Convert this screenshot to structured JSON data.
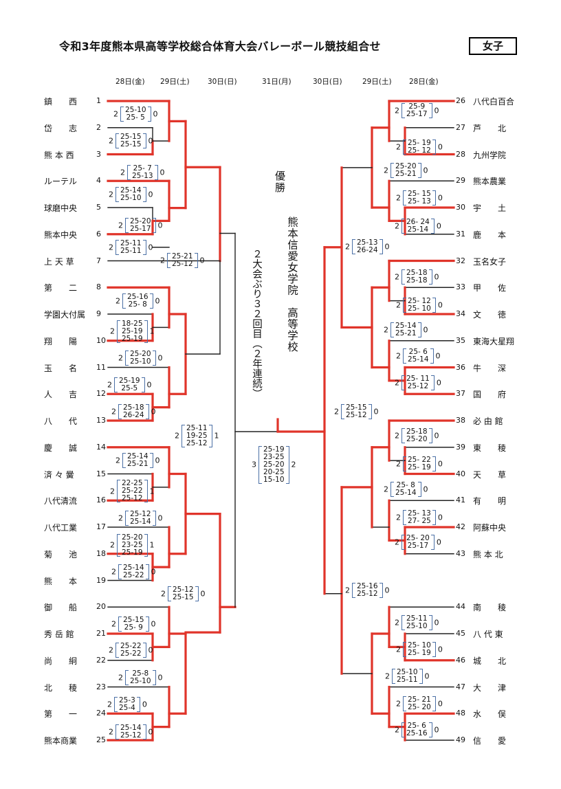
{
  "title": "令和3年度熊本県高等学校総合体育大会バレーボール競技組合せ",
  "gender": "女子",
  "round_headers": {
    "left": [
      "28日(金)",
      "29日(土)",
      "30日(日)"
    ],
    "center": "31日(月)",
    "right": [
      "30日(日)",
      "29日(土)",
      "28日(金)"
    ]
  },
  "champion": {
    "label": "優勝",
    "team": "熊本信愛女学院　高等学校",
    "note": "２大会ぶり３２回目（２年連続）"
  },
  "teams": [
    {
      "num": "1",
      "name": "鎮　　西"
    },
    {
      "num": "2",
      "name": "岱　　志"
    },
    {
      "num": "3",
      "name": "熊 本 西"
    },
    {
      "num": "4",
      "name": "ルーテル"
    },
    {
      "num": "5",
      "name": "球磨中央"
    },
    {
      "num": "6",
      "name": "熊本中央"
    },
    {
      "num": "7",
      "name": "上 天 草"
    },
    {
      "num": "8",
      "name": "第　　二"
    },
    {
      "num": "9",
      "name": "学園大付属"
    },
    {
      "num": "10",
      "name": "翔　　陽"
    },
    {
      "num": "11",
      "name": "玉　　名"
    },
    {
      "num": "12",
      "name": "人　　吉"
    },
    {
      "num": "13",
      "name": "八　　代"
    },
    {
      "num": "14",
      "name": "慶　　誠"
    },
    {
      "num": "15",
      "name": "済 々 黌"
    },
    {
      "num": "16",
      "name": "八代清流"
    },
    {
      "num": "17",
      "name": "八代工業"
    },
    {
      "num": "18",
      "name": "菊　　池"
    },
    {
      "num": "19",
      "name": "熊　　本"
    },
    {
      "num": "20",
      "name": "御　　船"
    },
    {
      "num": "21",
      "name": "秀 岳 館"
    },
    {
      "num": "22",
      "name": "尚　　絅"
    },
    {
      "num": "23",
      "name": "北　　稜"
    },
    {
      "num": "24",
      "name": "第　　一"
    },
    {
      "num": "25",
      "name": "熊本商業"
    },
    {
      "num": "26",
      "name": "八代白百合"
    },
    {
      "num": "27",
      "name": "芦　　北"
    },
    {
      "num": "28",
      "name": "九州学院"
    },
    {
      "num": "29",
      "name": "熊本農業"
    },
    {
      "num": "30",
      "name": "宇　　土"
    },
    {
      "num": "31",
      "name": "鹿　　本"
    },
    {
      "num": "32",
      "name": "玉名女子"
    },
    {
      "num": "33",
      "name": "甲　　佐"
    },
    {
      "num": "34",
      "name": "文　　徳"
    },
    {
      "num": "35",
      "name": "東海大星翔"
    },
    {
      "num": "36",
      "name": "牛　　深"
    },
    {
      "num": "37",
      "name": "国　　府"
    },
    {
      "num": "38",
      "name": "必 由 館"
    },
    {
      "num": "39",
      "name": "東　　稜"
    },
    {
      "num": "40",
      "name": "天　　草"
    },
    {
      "num": "41",
      "name": "有　　明"
    },
    {
      "num": "42",
      "name": "阿蘇中央"
    },
    {
      "num": "43",
      "name": "熊 本 北"
    },
    {
      "num": "44",
      "name": "南　　稜"
    },
    {
      "num": "45",
      "name": "八 代 東"
    },
    {
      "num": "46",
      "name": "城　　北"
    },
    {
      "num": "47",
      "name": "大　　津"
    },
    {
      "num": "48",
      "name": "水　　俣"
    },
    {
      "num": "49",
      "name": "信　　愛"
    }
  ],
  "matches": [
    {
      "a": "2",
      "sets": [
        "25-10",
        "25- 5"
      ],
      "b": "0"
    },
    {
      "a": "2",
      "sets": [
        "25-15",
        "25-15"
      ],
      "b": "0"
    },
    {
      "a": "2",
      "sets": [
        "25- 7",
        "25-13"
      ],
      "b": "0"
    },
    {
      "a": "2",
      "sets": [
        "25-14",
        "25-10"
      ],
      "b": "0"
    },
    {
      "a": "2",
      "sets": [
        "25-20",
        "25-17"
      ],
      "b": "0"
    },
    {
      "a": "2",
      "sets": [
        "25-11",
        "25-11"
      ],
      "b": "0"
    },
    {
      "a": "2",
      "sets": [
        "25-21",
        "25-12"
      ],
      "b": "0"
    },
    {
      "a": "2",
      "sets": [
        "25-16",
        "25- 8"
      ],
      "b": "0"
    },
    {
      "a": "2",
      "sets": [
        "18-25",
        "25-19",
        "25-19"
      ],
      "b": "1"
    },
    {
      "a": "2",
      "sets": [
        "25-20",
        "25-10"
      ],
      "b": "0"
    },
    {
      "a": "2",
      "sets": [
        "25-19",
        "25-5"
      ],
      "b": "0"
    },
    {
      "a": "2",
      "sets": [
        "25-18",
        "26-24"
      ],
      "b": "0"
    },
    {
      "a": "2",
      "sets": [
        "25-11",
        "19-25",
        "25-12"
      ],
      "b": "1"
    },
    {
      "a": "2",
      "sets": [
        "25-14",
        "25-21"
      ],
      "b": "0"
    },
    {
      "a": "2",
      "sets": [
        "22-25",
        "25-22",
        "25-12"
      ],
      "b": "1"
    },
    {
      "a": "2",
      "sets": [
        "25-12",
        "25-14"
      ],
      "b": "0"
    },
    {
      "a": "2",
      "sets": [
        "25-20",
        "23-25",
        "25-19"
      ],
      "b": "1"
    },
    {
      "a": "2",
      "sets": [
        "25-14",
        "25-22"
      ],
      "b": "0"
    },
    {
      "a": "2",
      "sets": [
        "25-12",
        "25-15"
      ],
      "b": "0"
    },
    {
      "a": "2",
      "sets": [
        "25-15",
        "25- 9"
      ],
      "b": "0"
    },
    {
      "a": "2",
      "sets": [
        "25-22",
        "25-22"
      ],
      "b": "0"
    },
    {
      "a": "2",
      "sets": [
        "25-8",
        "25-10"
      ],
      "b": "0"
    },
    {
      "a": "2",
      "sets": [
        "25-3",
        "25-4"
      ],
      "b": "0"
    },
    {
      "a": "2",
      "sets": [
        "25-14",
        "25-12"
      ],
      "b": "0"
    },
    {
      "a": "3",
      "sets": [
        "25-19",
        "23-25",
        "25-20",
        "20-25",
        "15-10"
      ],
      "b": "2"
    },
    {
      "a": "2",
      "sets": [
        "25-9",
        "25-17"
      ],
      "b": "0"
    },
    {
      "a": "2",
      "sets": [
        "25- 19",
        "25- 12"
      ],
      "b": "0"
    },
    {
      "a": "2",
      "sets": [
        "25-20",
        "25-21"
      ],
      "b": "0"
    },
    {
      "a": "2",
      "sets": [
        "25- 15",
        "25- 13"
      ],
      "b": "0"
    },
    {
      "a": "2",
      "sets": [
        "26- 24",
        "25-14"
      ],
      "b": "0"
    },
    {
      "a": "2",
      "sets": [
        "25-13",
        "26-24"
      ],
      "b": "0"
    },
    {
      "a": "2",
      "sets": [
        "25-18",
        "25-18"
      ],
      "b": "0"
    },
    {
      "a": "2",
      "sets": [
        "25- 12",
        "25- 10"
      ],
      "b": "0"
    },
    {
      "a": "2",
      "sets": [
        "25-14",
        "25-21"
      ],
      "b": "0"
    },
    {
      "a": "2",
      "sets": [
        "25- 6",
        "25-14"
      ],
      "b": "0"
    },
    {
      "a": "2",
      "sets": [
        "25- 11",
        "25-12"
      ],
      "b": "0"
    },
    {
      "a": "2",
      "sets": [
        "25-15",
        "25-12"
      ],
      "b": "0"
    },
    {
      "a": "2",
      "sets": [
        "25-18",
        "25-20"
      ],
      "b": "0"
    },
    {
      "a": "2",
      "sets": [
        "25- 22",
        "25- 19"
      ],
      "b": "0"
    },
    {
      "a": "2",
      "sets": [
        "25- 8",
        "25-14"
      ],
      "b": "0"
    },
    {
      "a": "2",
      "sets": [
        "25- 13",
        "27- 25"
      ],
      "b": "0"
    },
    {
      "a": "2",
      "sets": [
        "25- 20",
        "25-17"
      ],
      "b": "0"
    },
    {
      "a": "2",
      "sets": [
        "25-16",
        "25-12"
      ],
      "b": "0"
    },
    {
      "a": "2",
      "sets": [
        "25-11",
        "25-10"
      ],
      "b": "0"
    },
    {
      "a": "2",
      "sets": [
        "25- 10",
        "25- 19"
      ],
      "b": "0"
    },
    {
      "a": "2",
      "sets": [
        "25-10",
        "25-11"
      ],
      "b": "0"
    },
    {
      "a": "2",
      "sets": [
        "25- 21",
        "25- 20"
      ],
      "b": "0"
    },
    {
      "a": "2",
      "sets": [
        "25- 6",
        "25-16"
      ],
      "b": "0"
    }
  ]
}
